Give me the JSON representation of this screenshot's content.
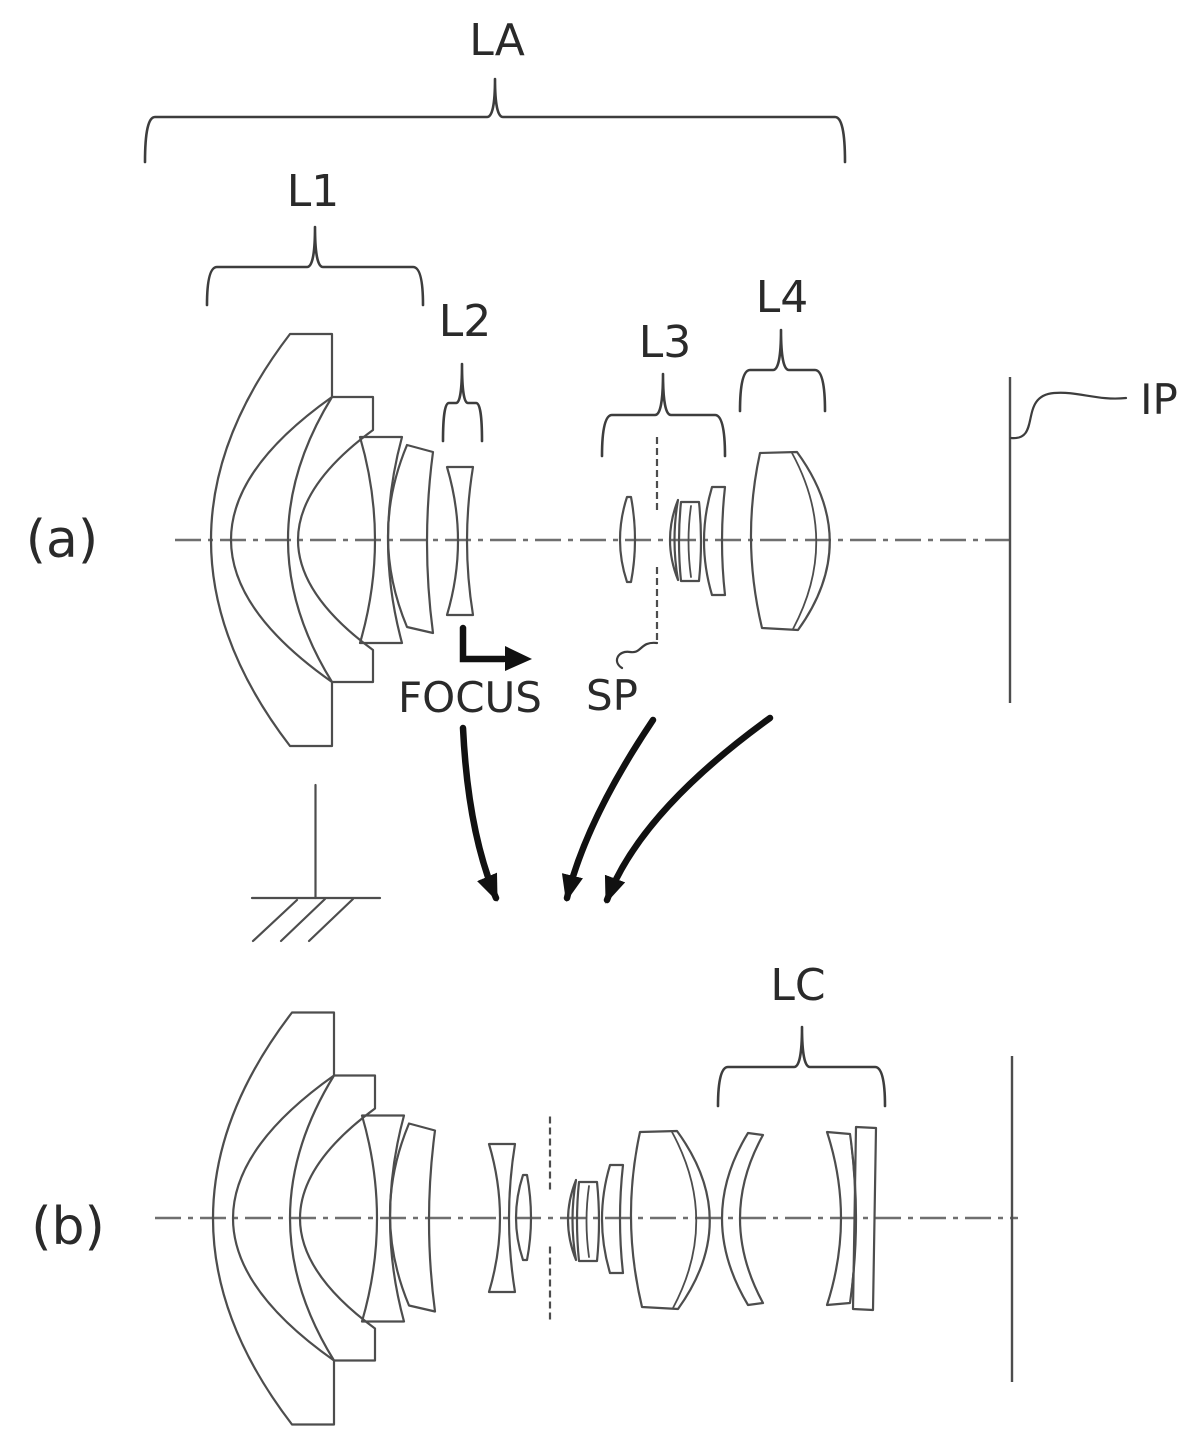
{
  "diagram": {
    "title_hint": "optical lens cross-section patent figure",
    "panels": [
      {
        "id": "a",
        "label": "(a)"
      },
      {
        "id": "b",
        "label": "(b)"
      }
    ],
    "labels": {
      "assembly": "LA",
      "group1": "L1",
      "group2": "L2",
      "group3": "L3",
      "group4": "L4",
      "stop": "SP",
      "focus_action": "FOCUS",
      "image_plane": "IP",
      "converter_group": "LC"
    },
    "colors": {
      "outline": "#4d4d4d",
      "brace": "#3d3d3d",
      "label": "#2a2a2a",
      "arrow": "#111111",
      "axis": "#6f6f6f",
      "background": "#ffffff"
    }
  }
}
